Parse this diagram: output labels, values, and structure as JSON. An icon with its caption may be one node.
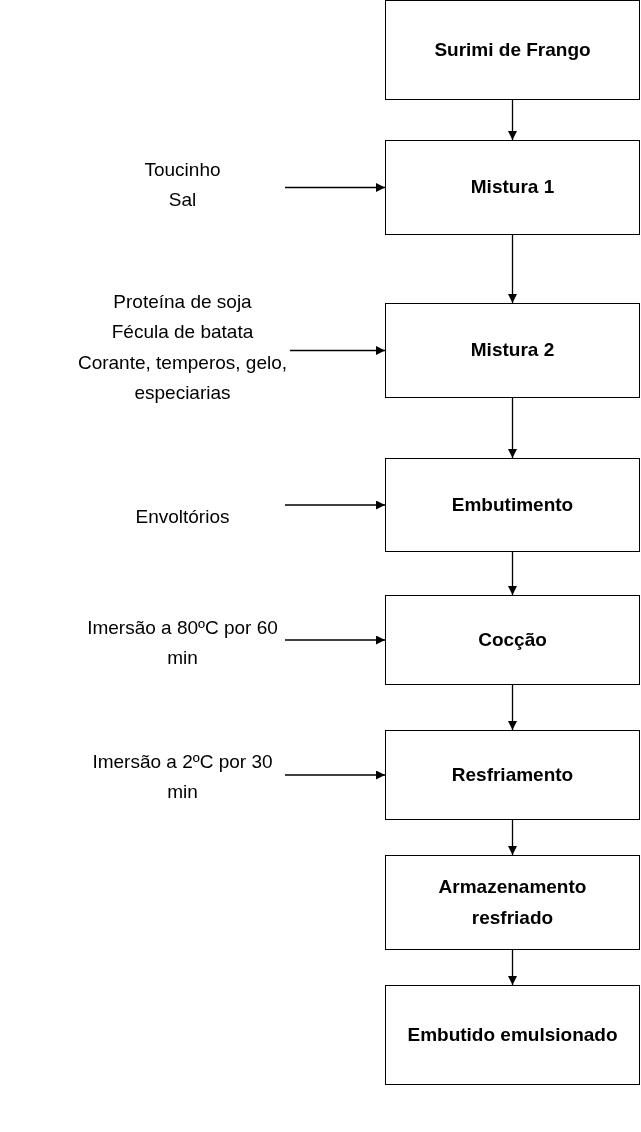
{
  "diagram": {
    "nodes": [
      {
        "text": [
          "Surimi de Frango"
        ]
      },
      {
        "text": [
          "Toucinho",
          "Sal"
        ]
      },
      {
        "text": [
          "Mistura 1"
        ]
      },
      {
        "text": [
          "Proteína de soja",
          "Fécula de batata",
          "Corante, temperos, gelo, especiarias"
        ]
      },
      {
        "text": [
          "Mistura 2"
        ]
      },
      {
        "text": [
          "Envoltórios"
        ]
      },
      {
        "text": [
          "Embutimento"
        ]
      },
      {
        "text": [
          "Imersão a 80ºC por 60 min"
        ]
      },
      {
        "text": [
          "Cocção"
        ]
      },
      {
        "text": [
          "Imersão a 2ºC por 30 min"
        ]
      },
      {
        "text": [
          "Resfriamento"
        ]
      },
      {
        "text": [
          "Armazenamento resfriado"
        ]
      },
      {
        "text": [
          "Embutido emulsionado"
        ]
      }
    ],
    "edges": [
      {
        "from": 0,
        "to": 2,
        "arrow": "to"
      },
      {
        "from": 1,
        "to": 2,
        "arrow": "to"
      },
      {
        "from": 2,
        "to": 4,
        "arrow": "to"
      },
      {
        "from": 3,
        "to": 4,
        "arrow": "to"
      },
      {
        "from": 4,
        "to": 6,
        "arrow": "to"
      },
      {
        "from": 5,
        "to": 6,
        "arrow": "to"
      },
      {
        "from": 6,
        "to": 8,
        "arrow": "to"
      },
      {
        "from": 7,
        "to": 8,
        "arrow": "to"
      },
      {
        "from": 8,
        "to": 10,
        "arrow": "to"
      },
      {
        "from": 9,
        "to": 10,
        "arrow": "to"
      },
      {
        "from": 10,
        "to": 11,
        "arrow": "to"
      },
      {
        "from": 11,
        "to": 12,
        "arrow": "to"
      }
    ]
  }
}
